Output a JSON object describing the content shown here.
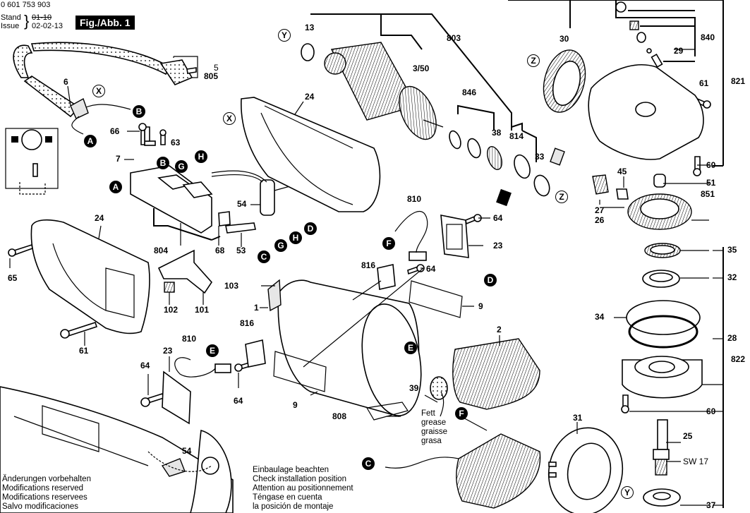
{
  "header": {
    "part_number": "0 601 753 903",
    "stand_label": "Stand",
    "issue_label": "Issue",
    "stand_value_struck": "01-10",
    "issue_value": "02-02-13",
    "figure_label": "Fig./Abb. 1"
  },
  "part_labels": {
    "p13": "13",
    "p803": "803",
    "p3_50": "3/50",
    "p30": "30",
    "p840": "840",
    "p29": "29",
    "p821": "821",
    "p5": "5",
    "p805": "805",
    "p6": "6",
    "p66": "66",
    "p63": "63",
    "p7": "7",
    "p24_top": "24",
    "p846": "846",
    "p38": "38",
    "p814": "814",
    "p33": "33",
    "p61_top": "61",
    "p60_top": "60",
    "p51": "51",
    "p851": "851",
    "p45": "45",
    "p27": "27",
    "p26": "26",
    "p54_top": "54",
    "p810_top": "810",
    "p64_a": "64",
    "p23_right": "23",
    "p24_left": "24",
    "p804": "804",
    "p68": "68",
    "p53": "53",
    "p65": "65",
    "p816_a": "816",
    "p64_b": "64",
    "p103": "103",
    "p1": "1",
    "p9_a": "9",
    "p102": "102",
    "p101": "101",
    "p61_left": "61",
    "p35": "35",
    "p32": "32",
    "p34": "34",
    "p28": "28",
    "p822": "822",
    "p810_b": "810",
    "p816_b": "816",
    "p23_left": "23",
    "p64_c": "64",
    "p64_d": "64",
    "p2": "2",
    "p39": "39",
    "p9_b": "9",
    "p808": "808",
    "p60_bottom": "60",
    "p31": "31",
    "p25": "25",
    "sw17": "SW 17",
    "p37": "37",
    "p54_bottom": "54"
  },
  "connectors": {
    "A1": "A",
    "A2": "A",
    "B1": "B",
    "B2": "B",
    "C1": "C",
    "C2": "C",
    "D1": "D",
    "D2": "D",
    "E1": "E",
    "E2": "E",
    "F1": "F",
    "F2": "F",
    "G1": "G",
    "G2": "G",
    "H1": "H",
    "H2": "H",
    "X1": "X",
    "X2": "X",
    "Y1": "Y",
    "Y2": "Y",
    "Z1": "Z",
    "Z2": "Z"
  },
  "notes": {
    "grease": [
      "Fett",
      "grease",
      "graisse",
      "grasa"
    ],
    "modifications": [
      "Änderungen vorbehalten",
      "Modifications reserved",
      "Modifications reservees",
      "Salvo modificaciones"
    ],
    "installation": [
      "Einbaulage beachten",
      "Check installation position",
      "Attention au positionnement",
      "Téngase en cuenta",
      "la posición de montaje"
    ]
  }
}
